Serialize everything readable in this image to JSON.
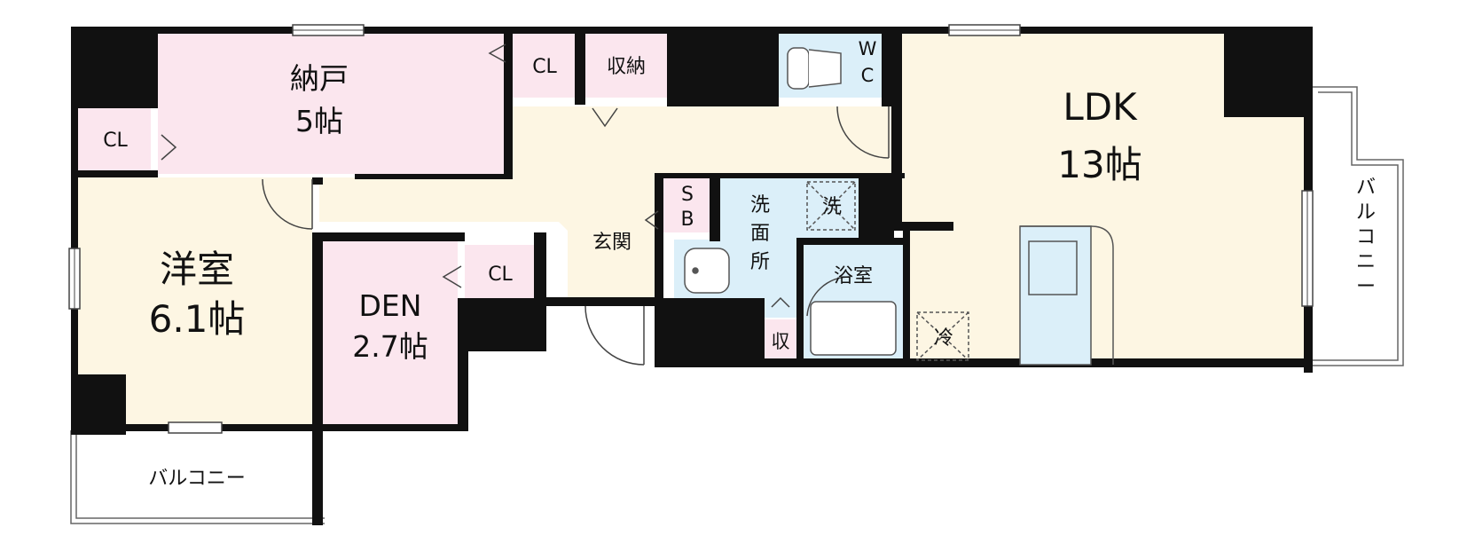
{
  "rooms": {
    "ldk": {
      "name": "LDK",
      "size": "13帖",
      "color": "#fdf6e3"
    },
    "nando": {
      "name": "納戸",
      "size": "5帖",
      "color": "#fbe6ee"
    },
    "yoshitsu": {
      "name": "洋室",
      "size": "6.1帖",
      "color": "#fdf6e3"
    },
    "den": {
      "name": "DEN",
      "size": "2.7帖",
      "color": "#fbe6ee"
    }
  },
  "storage": {
    "cl_left": "CL",
    "cl_top": "CL",
    "cl_den": "CL",
    "shuno": "収納",
    "sb_s": "S",
    "sb_b": "B",
    "osamu": "収"
  },
  "wet": {
    "wc_w": "W",
    "wc_c": "C",
    "senmen_1": "洗",
    "senmen_2": "面",
    "senmen_3": "所",
    "sentaku": "洗",
    "yokushitsu": "浴室",
    "reizoko": "冷",
    "wet_color": "#dbeff9"
  },
  "genkan": "玄関",
  "balcony_bottom": "バルコニー",
  "balcony_right": [
    "バ",
    "ル",
    "コ",
    "ニ",
    "ー"
  ]
}
